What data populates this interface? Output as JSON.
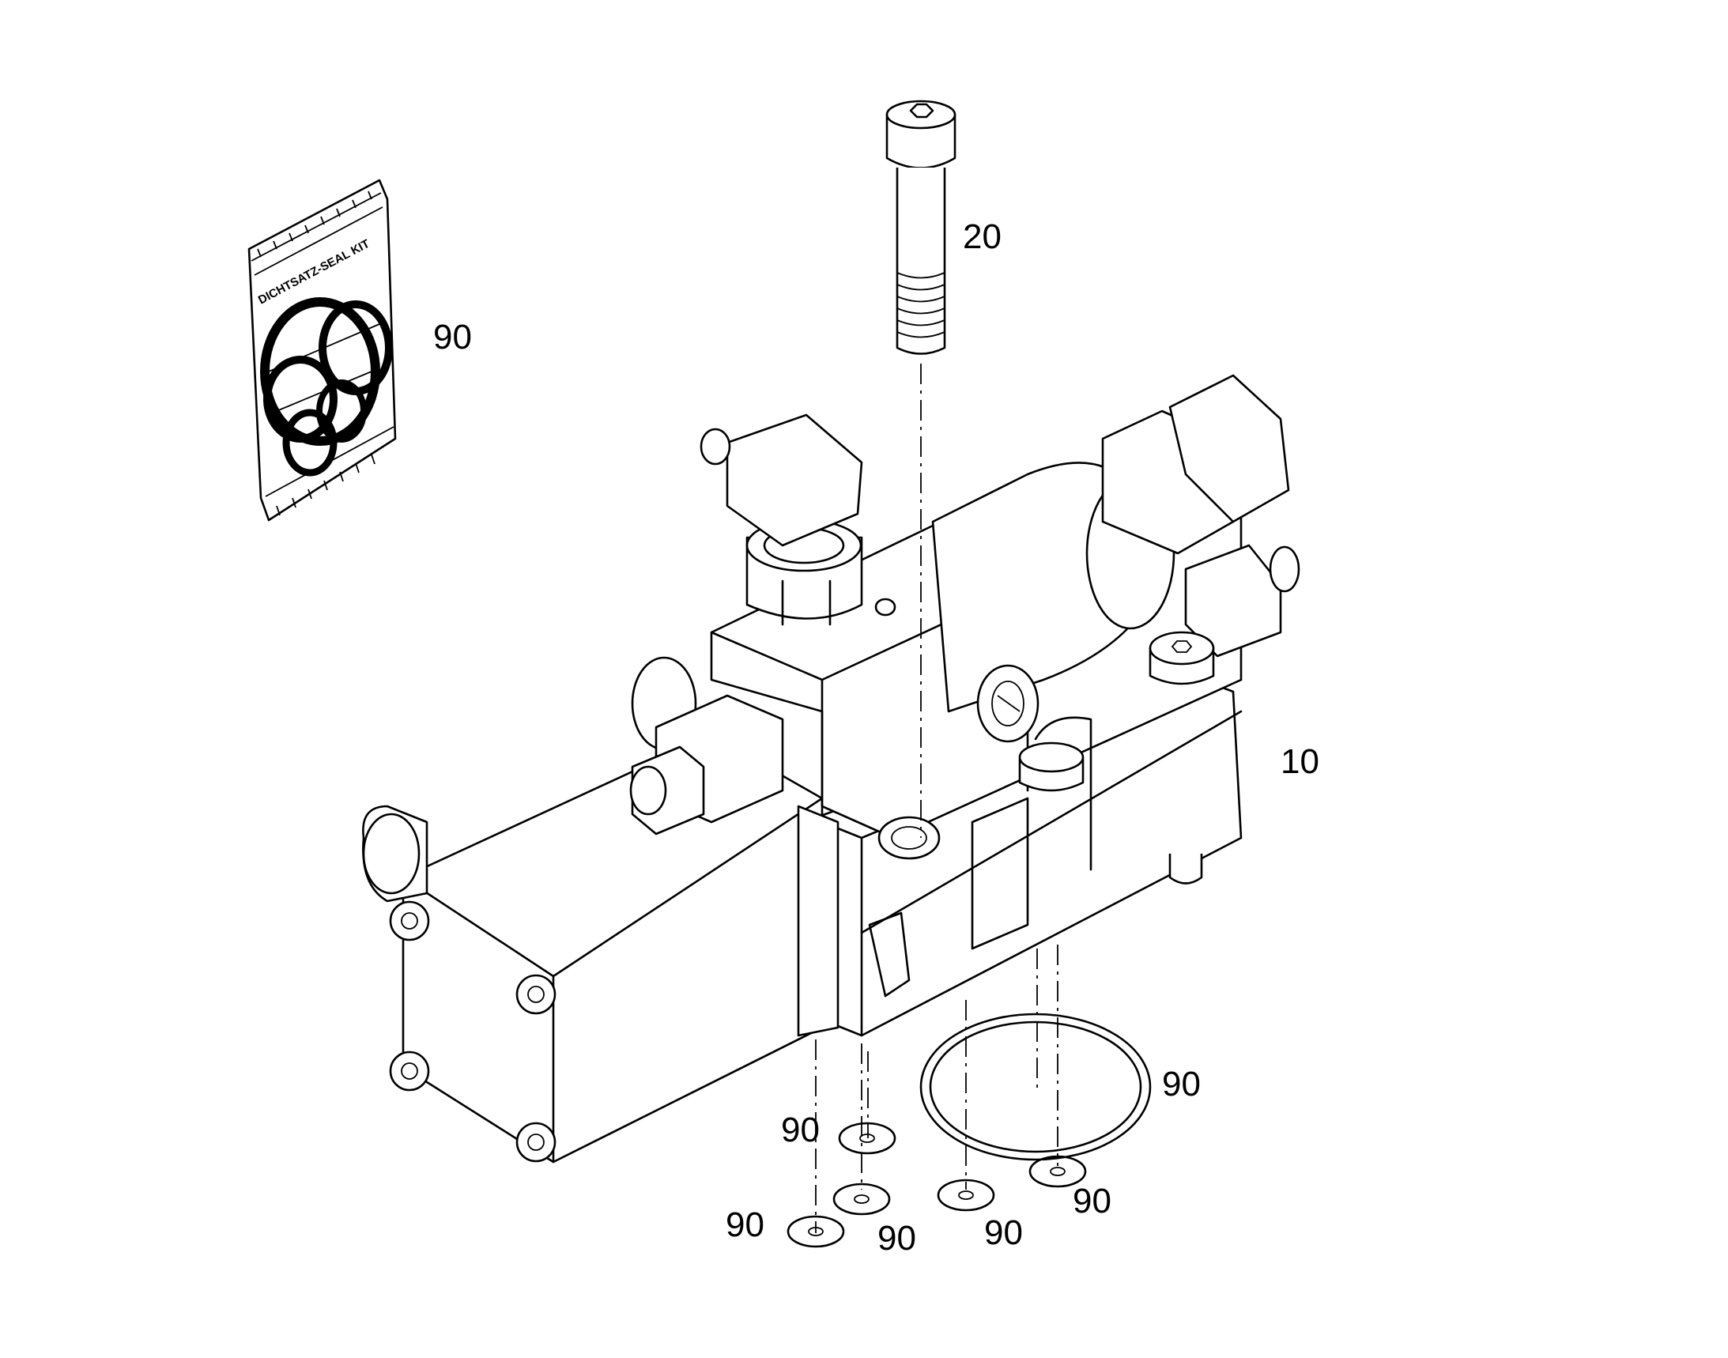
{
  "callouts": {
    "seal_kit": "90",
    "bolt": "20",
    "valve_block": "10",
    "oring_large": "90",
    "oring_a": "90",
    "oring_b": "90",
    "oring_c": "90",
    "oring_d": "90",
    "oring_e": "90"
  },
  "seal_kit": {
    "bag_label": "DICHTSATZ-SEAL KIT"
  }
}
